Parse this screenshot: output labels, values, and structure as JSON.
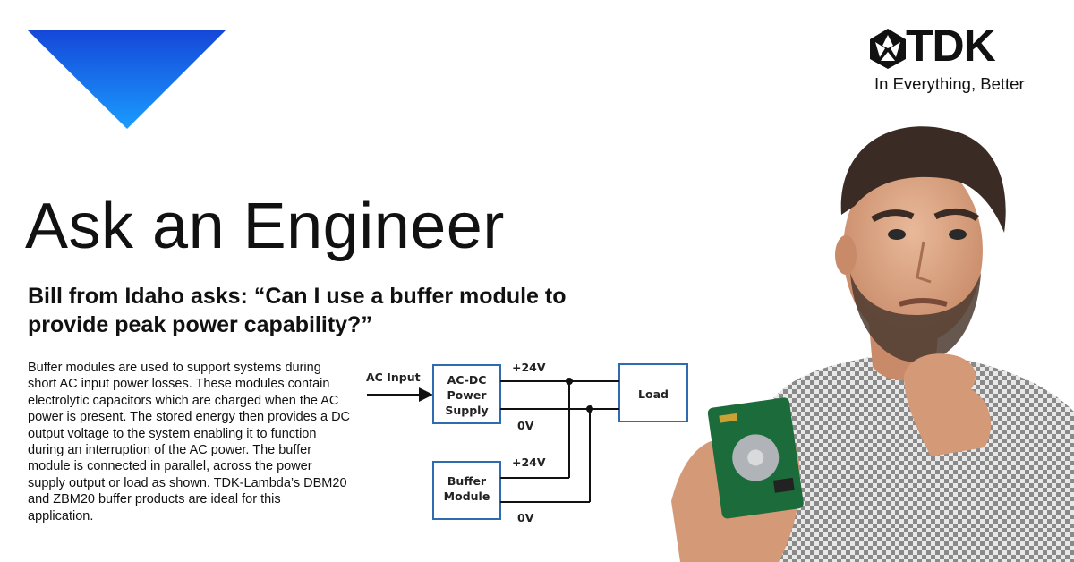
{
  "brand": {
    "wordmark": "TDK",
    "tagline": "In Everything, Better",
    "accent_color": "#1a7cf2"
  },
  "page": {
    "title": "Ask an Engineer",
    "question": "Bill from Idaho asks: “Can I use a buffer module to provide peak power capability?”",
    "body": "Buffer modules are used to support systems during short AC input power losses. These modules contain electrolytic capacitors which are charged when the AC power is present. The stored energy then provides a DC output voltage to the system enabling it to function during an interruption of the AC power. The buffer module is connected in parallel, across the power supply output or load as shown. TDK-Lambda’s DBM20 and ZBM20 buffer products are ideal for this application."
  },
  "diagram": {
    "ac_input_label": "AC Input",
    "psu_lines": [
      "AC-DC",
      "Power",
      "Supply"
    ],
    "load_label": "Load",
    "buffer_lines": [
      "Buffer",
      "Module"
    ],
    "psu_pos_label": "+24V",
    "psu_neg_label": "0V",
    "buf_pos_label": "+24V",
    "buf_neg_label": "0V",
    "box_color": "#2e6bb0",
    "wire_color": "#111111"
  },
  "photo": {
    "subject": "engineer-holding-hard-drive"
  }
}
